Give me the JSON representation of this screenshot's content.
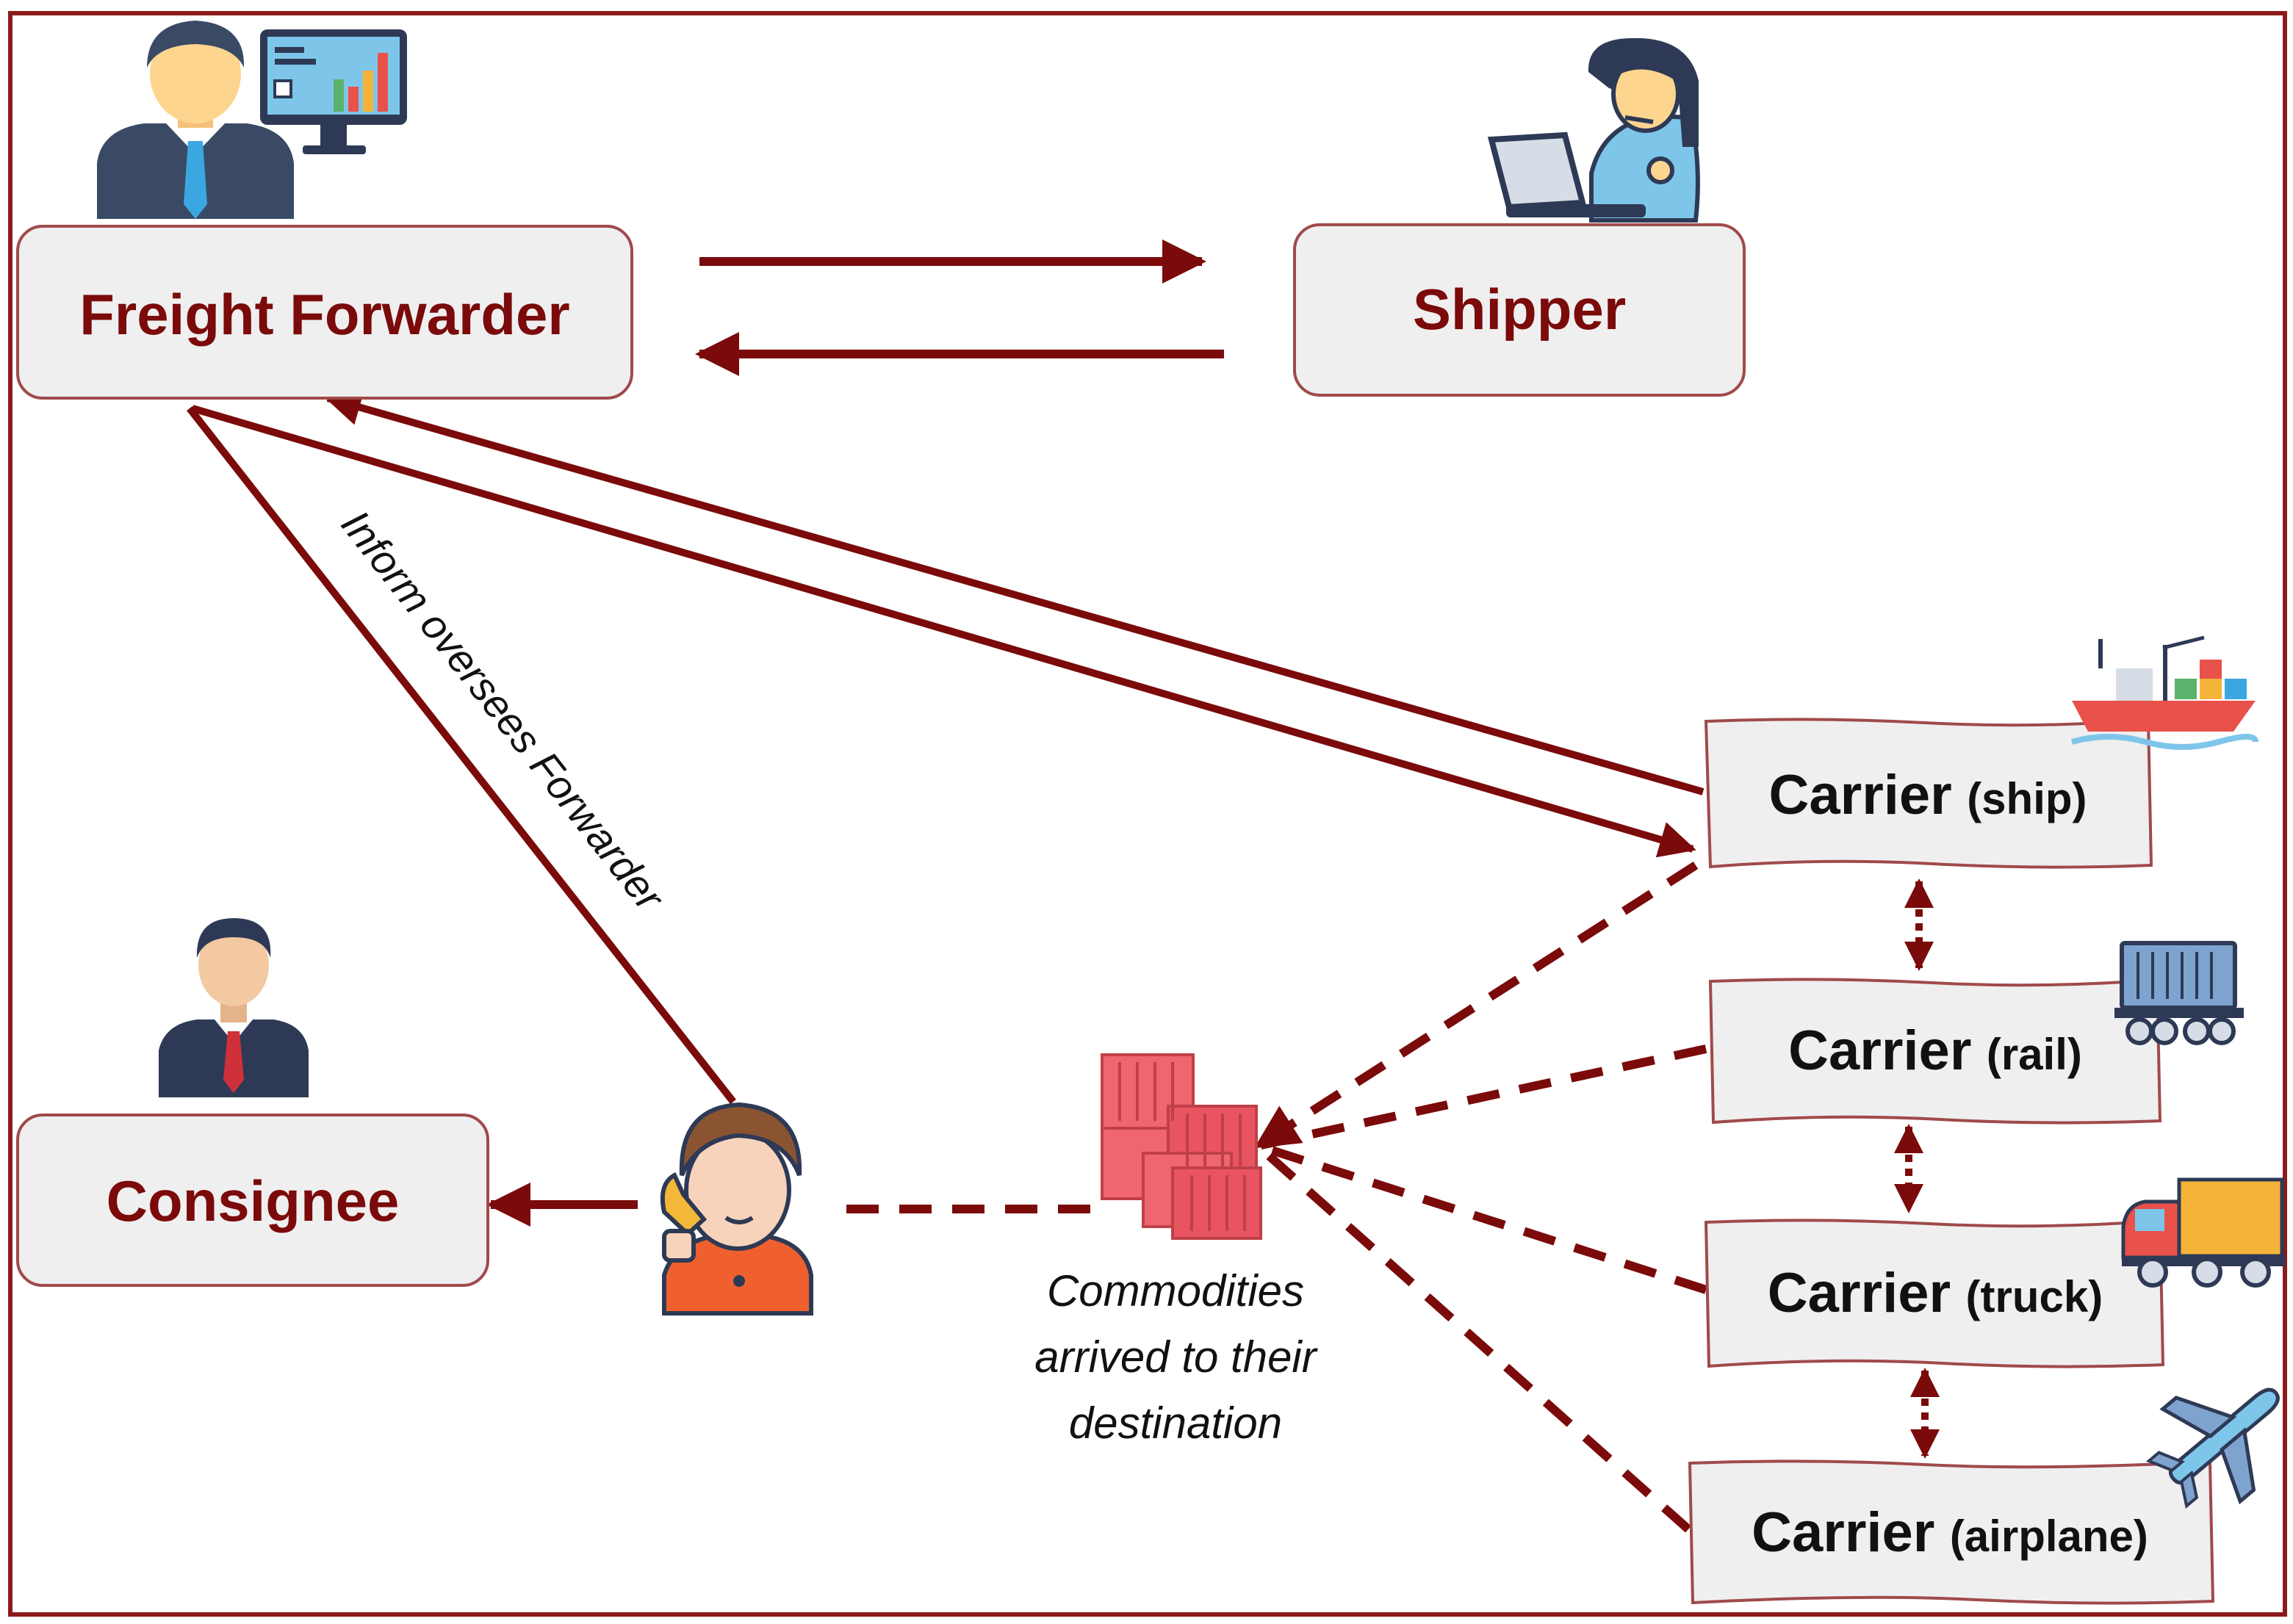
{
  "nodes": {
    "freight_forwarder": "Freight Forwarder",
    "shipper": "Shipper",
    "consignee": "Consignee",
    "carrier_word": "Carrier",
    "carrier_ship": "(ship)",
    "carrier_rail": "(rail)",
    "carrier_truck": "(truck)",
    "carrier_airplane": "(airplane)"
  },
  "annotations": {
    "inform_label": "Inform oversees Forwarder",
    "commodities_line1": "Commodities",
    "commodities_line2": "arrived to their",
    "commodities_line3": "destination"
  },
  "colors": {
    "accent": "#7b0a0a",
    "box_fill": "#efefef",
    "box_stroke": "#a04a4a",
    "frame": "#8b1a1a",
    "container_red": "#f0666e"
  },
  "icons": [
    "businessman-computer-icon",
    "support-agent-laptop-icon",
    "businessman-icon",
    "phone-operator-icon",
    "containers-icon",
    "cargo-ship-icon",
    "freight-train-icon",
    "truck-icon",
    "airplane-icon"
  ]
}
